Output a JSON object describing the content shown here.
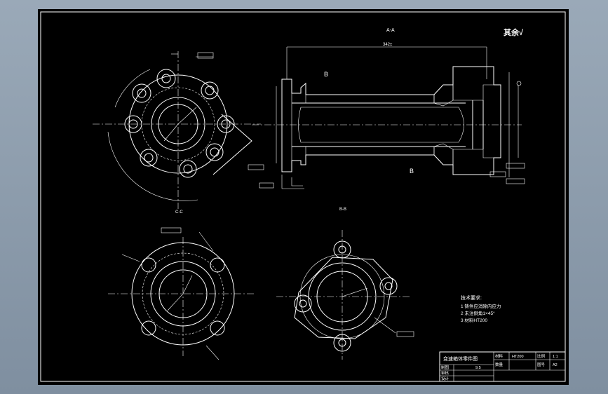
{
  "labels": {
    "section_aa": "A-A",
    "section_bb": "B-B",
    "section_cc": "C-C",
    "surface_rest": "其余√",
    "dim_length": "342±",
    "tech_req_title": "技术要求:",
    "tech_req_1": "1 铸件应消除内应力",
    "tech_req_2": "2 未注倒角1×45°",
    "tech_req_3": "3 材料HT200"
  },
  "title_block": {
    "part_name": "变速箱体零件图",
    "material_label": "材料",
    "material_value": "HT200",
    "scale_label": "比例",
    "scale_value": "1:1",
    "qty_label": "数量",
    "sheet_value": "A2",
    "drawn_label": "制图",
    "check_label": "审核",
    "weight_value": "9.5",
    "designer_label": "设计"
  },
  "colors": {
    "sheet_background": "#000000",
    "line_color": "#ffffff",
    "frame_color": "#8a9aab"
  }
}
